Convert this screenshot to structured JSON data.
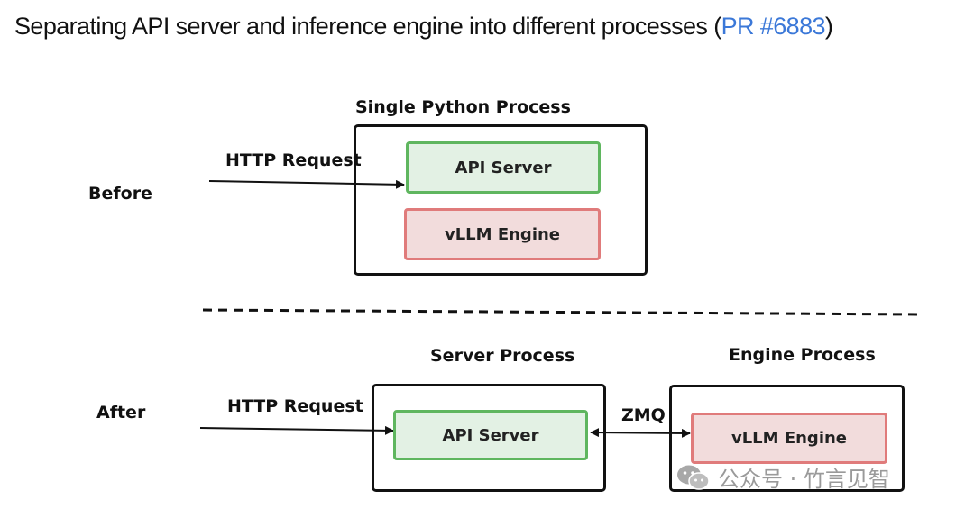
{
  "title": {
    "text": "Separating API server and inference engine into different processes (",
    "link": "PR #6883",
    "close": ")"
  },
  "before": {
    "label": "Before",
    "process_label": "Single Python Process",
    "request_label": "HTTP Request",
    "api_server": "API Server",
    "engine": "vLLM Engine"
  },
  "after": {
    "label": "After",
    "request_label": "HTTP Request",
    "server_process_label": "Server Process",
    "engine_process_label": "Engine Process",
    "api_server": "API Server",
    "engine": "vLLM Engine",
    "link_label": "ZMQ"
  },
  "watermark": {
    "text": "公众号 · 竹言见智",
    "icon": "wechat-icon"
  },
  "colors": {
    "link": "#3b78d8",
    "api_fill": "#e3f1e4",
    "api_border": "#5fb65f",
    "engine_fill": "#f2dcdc",
    "engine_border": "#e07b7b"
  }
}
